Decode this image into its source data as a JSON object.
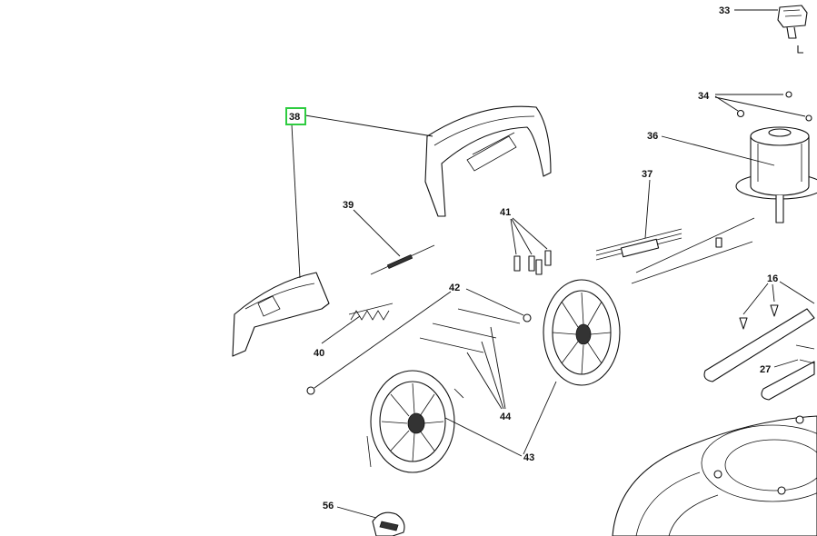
{
  "callouts": {
    "c33": "33",
    "c34": "34",
    "c36": "36",
    "c37": "37",
    "c38": "38",
    "c39": "39",
    "c40": "40",
    "c41": "41",
    "c42": "42",
    "c43": "43",
    "c44": "44",
    "c16": "16",
    "c27": "27",
    "c56": "56"
  },
  "highlight": {
    "callout": "38",
    "color": "#2ecc40"
  }
}
